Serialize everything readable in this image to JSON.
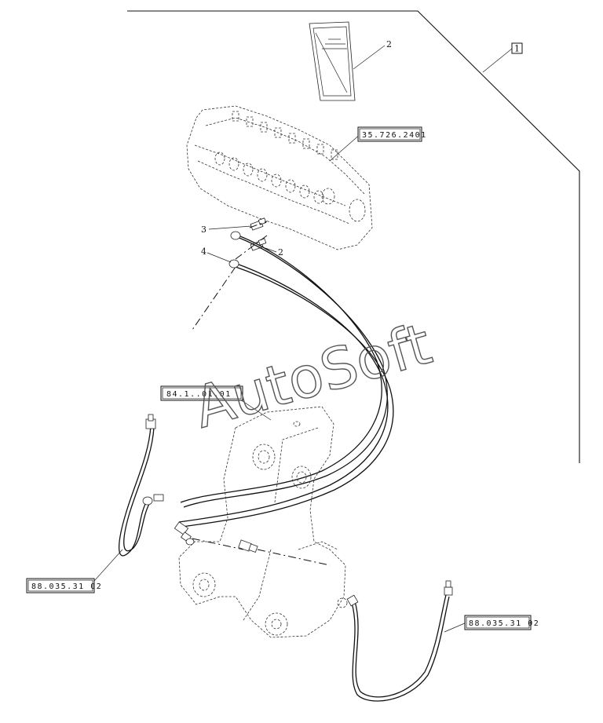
{
  "references": {
    "valve_ref": "35.726.2401",
    "frame_ref": "84.1..01.01",
    "hose_ref_left": "88.035.31 02",
    "hose_ref_right": "88.035.31 02"
  },
  "callouts": {
    "kit": "1",
    "manual": "2",
    "fitting_2": "2",
    "fitting_3": "3",
    "hose_4": "4"
  },
  "watermark": "AutoSoft"
}
